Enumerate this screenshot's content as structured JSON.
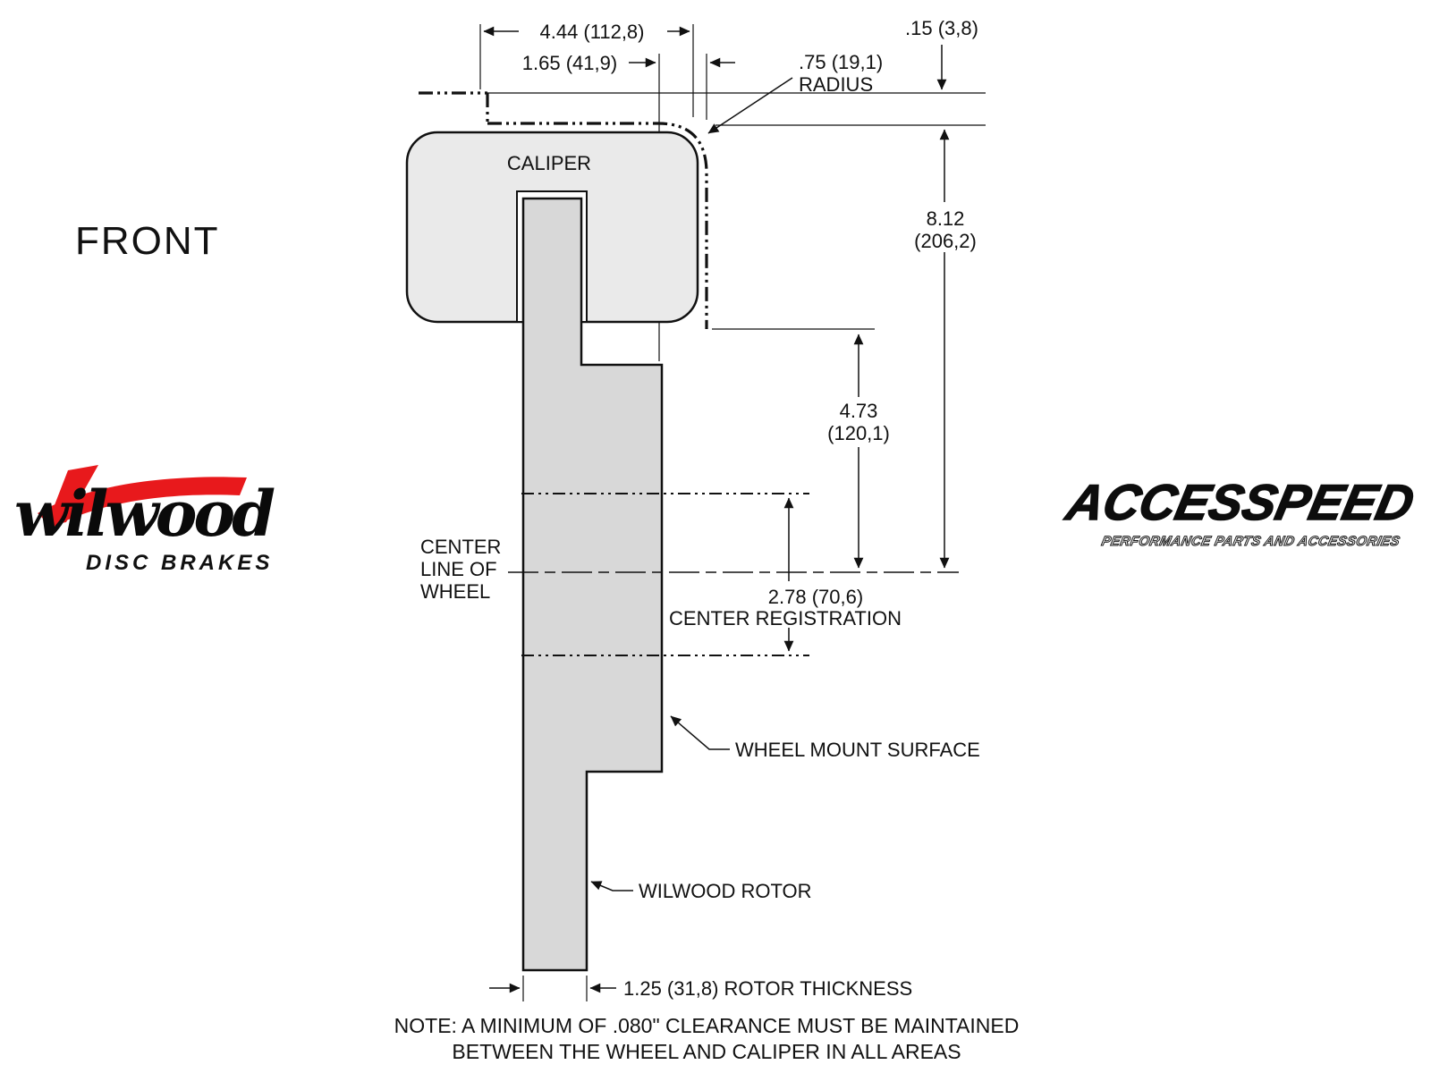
{
  "title_label": "FRONT",
  "drawing": {
    "caliper_label": "CALIPER",
    "dims": {
      "width": "4.44 (112,8)",
      "offset": "1.65 (41,9)",
      "radius1": ".75 (19,1)",
      "radius2": "RADIUS",
      "clearance": ".15 (3,8)",
      "total_height1": "8.12",
      "total_height2": "(206,2)",
      "mount_height1": "4.73",
      "mount_height2": "(120,1)",
      "registration": "2.78 (70,6)",
      "registration_label": "CENTER REGISTRATION",
      "rotor_thickness": "1.25 (31,8) ROTOR THICKNESS"
    },
    "labels": {
      "centerline1": "CENTER",
      "centerline2": "LINE OF",
      "centerline3": "WHEEL",
      "wheel_mount": "WHEEL MOUNT SURFACE",
      "rotor": "WILWOOD ROTOR"
    },
    "note1": "NOTE: A MINIMUM OF .080\" CLEARANCE MUST BE MAINTAINED",
    "note2": "BETWEEN THE WHEEL AND CALIPER IN ALL AREAS"
  },
  "logos": {
    "wilwood_name": "wilwood",
    "wilwood_sub": "DISC BRAKES",
    "accesspeed_name": "ACCESSPEED",
    "accesspeed_sub": "PERFORMANCE PARTS AND ACCESSORIES"
  },
  "colors": {
    "background": "#ffffff",
    "line": "#111111",
    "caliper_fill": "#eaeaea",
    "rotor_fill": "#d8d8d8",
    "wilwood_red": "#e8191c"
  }
}
